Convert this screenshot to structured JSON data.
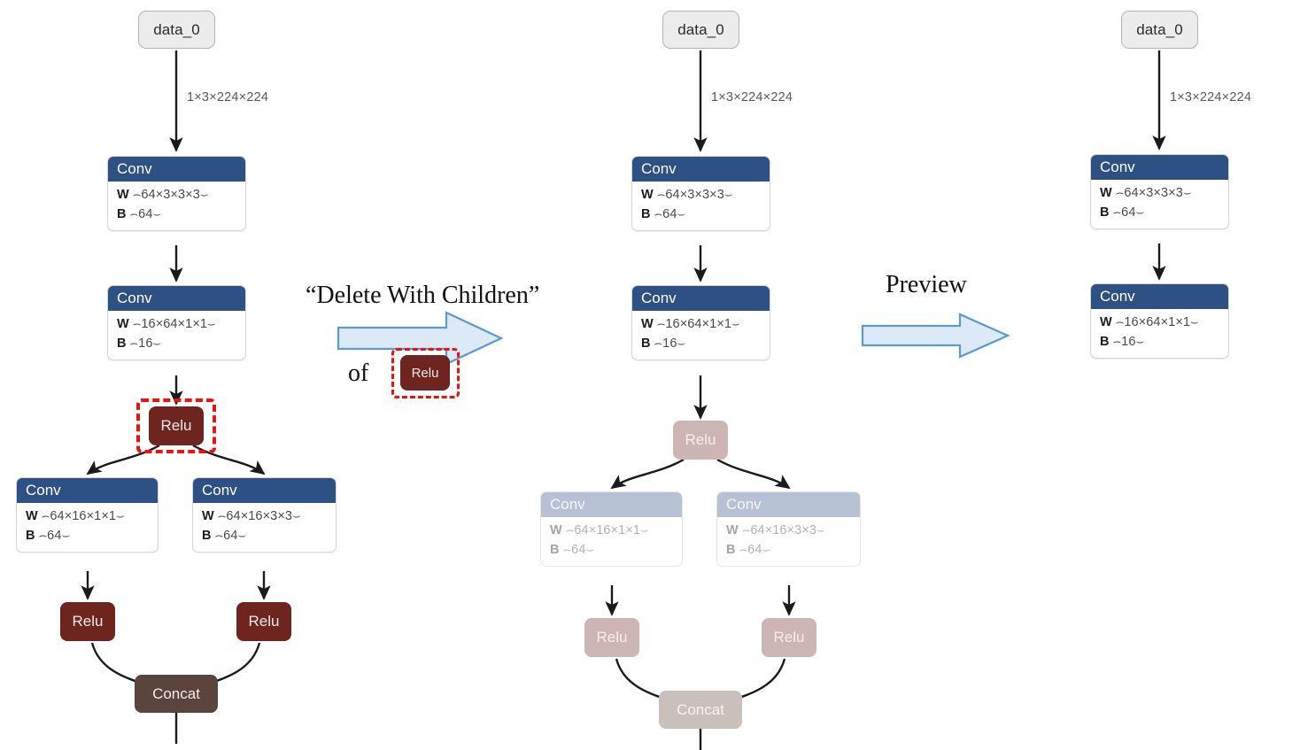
{
  "diagram": {
    "title": "Delete With Children preview of a neural network graph editor",
    "colors": {
      "conv_header": "#2e5185",
      "conv_header_faded": "#b6c2d4",
      "relu": "#6e2520",
      "relu_faded": "#cdb5b3",
      "concat": "#5a443c",
      "concat_faded": "#c9c0bc",
      "io_node": "#ececec",
      "selection": "#ee1111",
      "arrow_fill": "#dce9f7",
      "arrow_stroke": "#5b9bd5",
      "edge": "#1a1a1a"
    }
  },
  "annotations": {
    "step1_line1": "“Delete With Children”",
    "step1_line2": "of",
    "step1_chip": "Relu",
    "step2_label": "Preview",
    "arrow1_name": "block-arrow-delete-with-children",
    "arrow2_name": "block-arrow-preview"
  },
  "labels": {
    "io": "data_0",
    "conv": "Conv",
    "relu": "Relu",
    "concat": "Concat",
    "w_key": "W",
    "b_key": "B",
    "tensor_input": "1×3×224×224"
  },
  "shapes": {
    "conv1_w": "⌢64×3×3×3⌣",
    "conv1_b": "⌢64⌣",
    "conv2_w": "⌢16×64×1×1⌣",
    "conv2_b": "⌢16⌣",
    "conv3_w": "⌢64×16×1×1⌣",
    "conv3_b": "⌢64⌣",
    "conv4_w": "⌢64×16×3×3⌣",
    "conv4_b": "⌢64⌣"
  },
  "graphs": {
    "before": {
      "caption_state": "original",
      "nodes": [
        {
          "id": "data_0",
          "type": "io",
          "label": "data_0"
        },
        {
          "id": "conv_1",
          "type": "conv",
          "label": "Conv",
          "w": "⌢64×3×3×3⌣",
          "b": "⌢64⌣"
        },
        {
          "id": "conv_2",
          "type": "conv",
          "label": "Conv",
          "w": "⌢16×64×1×1⌣",
          "b": "⌢16⌣"
        },
        {
          "id": "relu_1",
          "type": "relu",
          "label": "Relu",
          "selected": true
        },
        {
          "id": "conv_3",
          "type": "conv",
          "label": "Conv",
          "w": "⌢64×16×1×1⌣",
          "b": "⌢64⌣"
        },
        {
          "id": "conv_4",
          "type": "conv",
          "label": "Conv",
          "w": "⌢64×16×3×3⌣",
          "b": "⌢64⌣"
        },
        {
          "id": "relu_2",
          "type": "relu",
          "label": "Relu"
        },
        {
          "id": "relu_3",
          "type": "relu",
          "label": "Relu"
        },
        {
          "id": "concat_1",
          "type": "concat",
          "label": "Concat"
        }
      ],
      "edges": [
        {
          "from": "data_0",
          "to": "conv_1",
          "label": "1×3×224×224"
        },
        {
          "from": "conv_1",
          "to": "conv_2",
          "label": ""
        },
        {
          "from": "conv_2",
          "to": "relu_1",
          "label": ""
        },
        {
          "from": "relu_1",
          "to": "conv_3",
          "label": ""
        },
        {
          "from": "relu_1",
          "to": "conv_4",
          "label": ""
        },
        {
          "from": "conv_3",
          "to": "relu_2",
          "label": ""
        },
        {
          "from": "conv_4",
          "to": "relu_3",
          "label": ""
        },
        {
          "from": "relu_2",
          "to": "concat_1",
          "label": ""
        },
        {
          "from": "relu_3",
          "to": "concat_1",
          "label": ""
        }
      ]
    },
    "preview": {
      "caption_state": "preview-pending-delete",
      "nodes": [
        {
          "id": "data_0",
          "type": "io",
          "label": "data_0"
        },
        {
          "id": "conv_1",
          "type": "conv",
          "label": "Conv",
          "w": "⌢64×3×3×3⌣",
          "b": "⌢64⌣"
        },
        {
          "id": "conv_2",
          "type": "conv",
          "label": "Conv",
          "w": "⌢16×64×1×1⌣",
          "b": "⌢16⌣"
        },
        {
          "id": "relu_1",
          "type": "relu",
          "label": "Relu",
          "faded": true
        },
        {
          "id": "conv_3",
          "type": "conv",
          "label": "Conv",
          "w": "⌢64×16×1×1⌣",
          "b": "⌢64⌣",
          "faded": true
        },
        {
          "id": "conv_4",
          "type": "conv",
          "label": "Conv",
          "w": "⌢64×16×3×3⌣",
          "b": "⌢64⌣",
          "faded": true
        },
        {
          "id": "relu_2",
          "type": "relu",
          "label": "Relu",
          "faded": true
        },
        {
          "id": "relu_3",
          "type": "relu",
          "label": "Relu",
          "faded": true
        },
        {
          "id": "concat_1",
          "type": "concat",
          "label": "Concat",
          "faded": true
        }
      ],
      "edges": [
        {
          "from": "data_0",
          "to": "conv_1",
          "label": "1×3×224×224"
        }
      ]
    },
    "after": {
      "caption_state": "result",
      "nodes": [
        {
          "id": "data_0",
          "type": "io",
          "label": "data_0"
        },
        {
          "id": "conv_1",
          "type": "conv",
          "label": "Conv",
          "w": "⌢64×3×3×3⌣",
          "b": "⌢64⌣"
        },
        {
          "id": "conv_2",
          "type": "conv",
          "label": "Conv",
          "w": "⌢16×64×1×1⌣",
          "b": "⌢16⌣"
        }
      ],
      "edges": [
        {
          "from": "data_0",
          "to": "conv_1",
          "label": "1×3×224×224"
        }
      ]
    }
  }
}
